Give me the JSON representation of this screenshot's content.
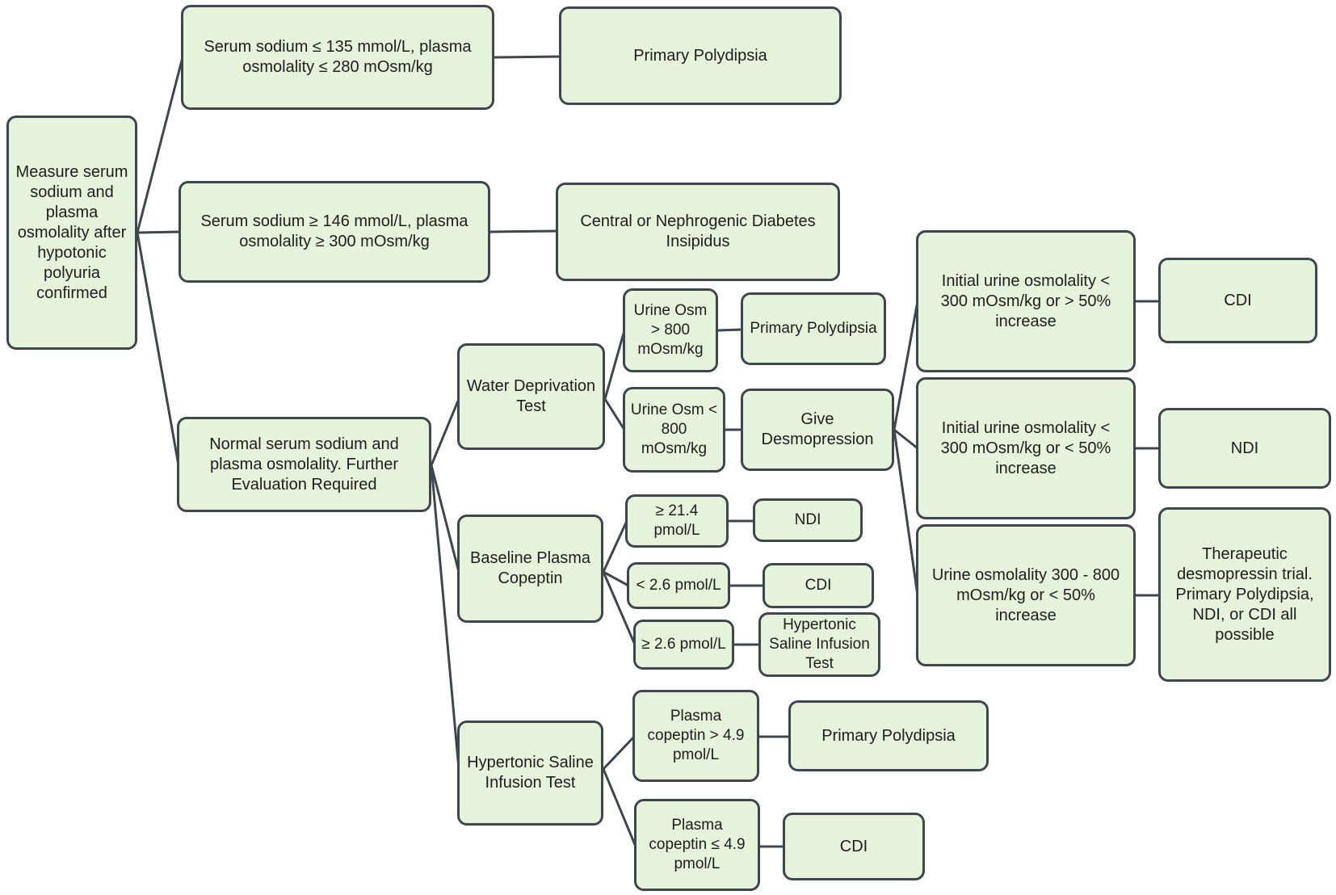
{
  "colors": {
    "box_fill": "#e6f2d9",
    "box_border": "#3f4650",
    "connector": "#3f4650",
    "text": "#1e1e1e"
  },
  "nodes": {
    "start": "Measure serum\nsodium and\nplasma\nosmolality after\nhypotonic\npolyuria\nconfirmed",
    "low_na": "Serum sodium ≤ 135 mmol/L, plasma\nosmolality ≤ 280 mOsm/kg",
    "low_na_result": "Primary Polydipsia",
    "high_na": "Serum sodium ≥ 146 mmol/L, plasma\nosmolality ≥ 300 mOsm/kg",
    "high_na_result": "Central or Nephrogenic Diabetes\nInsipidus",
    "normal_na": "Normal serum sodium and\nplasma osmolality. Further\nEvaluation Required",
    "water_dep": "Water Deprivation\nTest",
    "urine_gt_800": "Urine Osm\n> 800\nmOsm/kg",
    "urine_gt_800_result": "Primary Polydipsia",
    "urine_lt_800": "Urine Osm <\n800\nmOsm/kg",
    "give_desmo": "Give\nDesmopression",
    "desmo_a": "Initial urine osmolality <\n300 mOsm/kg or > 50%\nincrease",
    "desmo_a_result": "CDI",
    "desmo_b": "Initial urine osmolality <\n300 mOsm/kg or < 50%\nincrease",
    "desmo_b_result": "NDI",
    "desmo_c": "Urine osmolality 300 - 800\nmOsm/kg or < 50%\nincrease",
    "desmo_c_result": "Therapeutic\ndesmopressin trial.\nPrimary Polydipsia,\nNDI, or CDI all\npossible",
    "copeptin": "Baseline Plasma\nCopeptin",
    "cop_ge_21": "≥ 21.4\npmol/L",
    "cop_ge_21_result": "NDI",
    "cop_lt_26": "< 2.6 pmol/L",
    "cop_lt_26_result": "CDI",
    "cop_ge_26": "≥ 2.6 pmol/L",
    "cop_ge_26_result": "Hypertonic\nSaline Infusion\nTest",
    "saline": "Hypertonic Saline\nInfusion Test",
    "sal_gt": "Plasma\ncopeptin > 4.9\npmol/L",
    "sal_gt_result": "Primary Polydipsia",
    "sal_le": "Plasma\ncopeptin ≤ 4.9\npmol/L",
    "sal_le_result": "CDI"
  }
}
